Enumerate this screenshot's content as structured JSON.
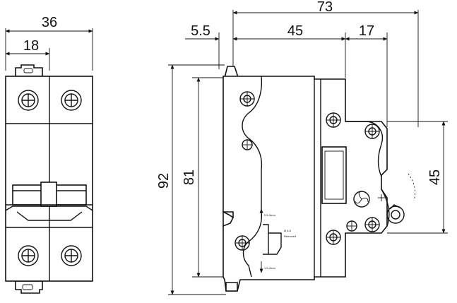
{
  "drawing": {
    "front_view": {
      "width_label": "36",
      "half_width_label": "18"
    },
    "side_view": {
      "overall_depth_label": "73",
      "offset_label": "5.5",
      "body_depth_label": "45",
      "front_depth_label": "17",
      "height_label": "92",
      "body_height_label": "81",
      "front_height_label": "45",
      "label_top": "2.5-3mm",
      "label_mid_1": "Ø 4-6",
      "label_mid_2": "Removed",
      "label_bottom": "1.5-2mm"
    }
  },
  "colors": {
    "line": "#111111",
    "background": "#ffffff"
  }
}
